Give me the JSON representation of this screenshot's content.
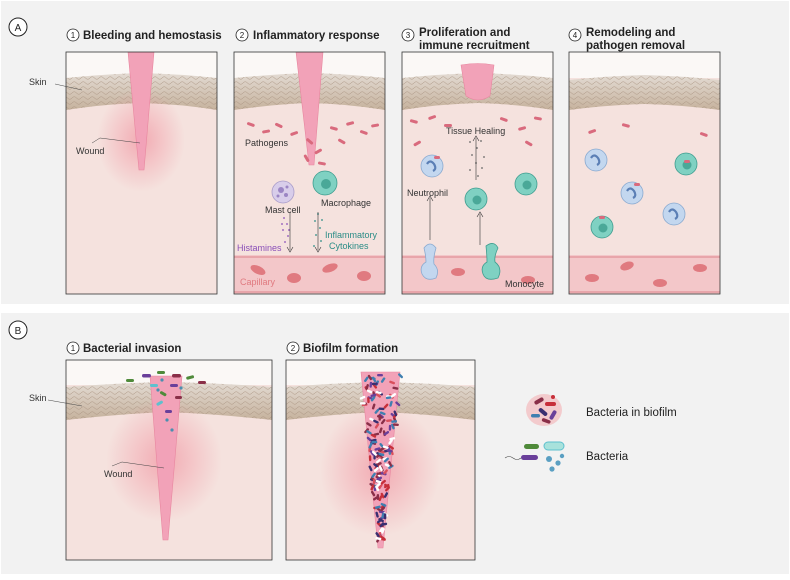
{
  "sections": [
    {
      "letter": "A",
      "panels": [
        {
          "number": "1",
          "title": [
            "Bleeding and hemostasis"
          ]
        },
        {
          "number": "2",
          "title": [
            "Inflammatory response"
          ]
        },
        {
          "number": "3",
          "title": [
            "Proliferation and",
            "immune recruitment"
          ]
        },
        {
          "number": "4",
          "title": [
            "Remodeling and",
            "pathogen removal"
          ]
        }
      ]
    },
    {
      "letter": "B",
      "panels": [
        {
          "number": "1",
          "title": [
            "Bacterial invasion"
          ]
        },
        {
          "number": "2",
          "title": [
            "Biofilm formation"
          ]
        }
      ]
    }
  ],
  "labels": {
    "skin": "Skin",
    "wound": "Wound",
    "pathogens": "Pathogens",
    "mast_cell": "Mast cell",
    "macrophage": "Macrophage",
    "histamines": "Histamines",
    "inflammatory": "Inflammatory",
    "cytokines": "Cytokines",
    "capillary": "Capillary",
    "tissue_healing": "Tissue Healing",
    "neutrophil": "Neutrophil",
    "monocyte": "Monocyte"
  },
  "legend": {
    "biofilm": "Bacteria in biofilm",
    "bacteria": "Bacteria"
  },
  "colors": {
    "histamines": "#8a4fb8",
    "cytokines": "#2a8c86",
    "capillary": "#e07a80",
    "tissue": "#f5e2de",
    "wound": "#f2a2b8",
    "vessel": "#f3c7c9",
    "band": "#f2f2f2"
  }
}
